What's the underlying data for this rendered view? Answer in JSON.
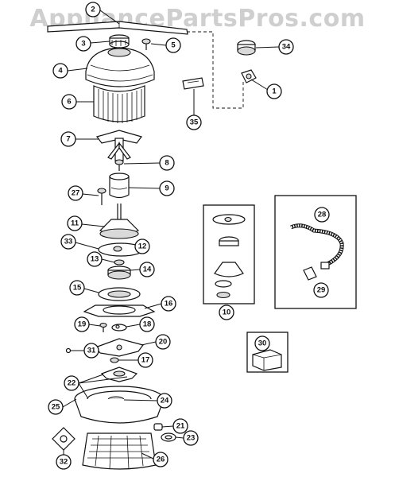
{
  "watermark": "AppliancePartsPros.com",
  "callouts": [
    {
      "id": "c2",
      "label": "2"
    },
    {
      "id": "c3",
      "label": "3"
    },
    {
      "id": "c5",
      "label": "5"
    },
    {
      "id": "c34",
      "label": "34"
    },
    {
      "id": "c4",
      "label": "4"
    },
    {
      "id": "c1",
      "label": "1"
    },
    {
      "id": "c6",
      "label": "6"
    },
    {
      "id": "c35",
      "label": "35"
    },
    {
      "id": "c7",
      "label": "7"
    },
    {
      "id": "c8",
      "label": "8"
    },
    {
      "id": "c9",
      "label": "9"
    },
    {
      "id": "c27",
      "label": "27"
    },
    {
      "id": "c11",
      "label": "11"
    },
    {
      "id": "c28",
      "label": "28"
    },
    {
      "id": "c33",
      "label": "33"
    },
    {
      "id": "c12",
      "label": "12"
    },
    {
      "id": "c13",
      "label": "13"
    },
    {
      "id": "c14",
      "label": "14"
    },
    {
      "id": "c29",
      "label": "29"
    },
    {
      "id": "c15",
      "label": "15"
    },
    {
      "id": "c16",
      "label": "16"
    },
    {
      "id": "c10",
      "label": "10"
    },
    {
      "id": "c19",
      "label": "19"
    },
    {
      "id": "c18",
      "label": "18"
    },
    {
      "id": "c30",
      "label": "30"
    },
    {
      "id": "c20",
      "label": "20"
    },
    {
      "id": "c31",
      "label": "31"
    },
    {
      "id": "c17",
      "label": "17"
    },
    {
      "id": "c22",
      "label": "22"
    },
    {
      "id": "c24",
      "label": "24"
    },
    {
      "id": "c25",
      "label": "25"
    },
    {
      "id": "c21",
      "label": "21"
    },
    {
      "id": "c23",
      "label": "23"
    },
    {
      "id": "c32",
      "label": "32"
    },
    {
      "id": "c26",
      "label": "26"
    }
  ]
}
